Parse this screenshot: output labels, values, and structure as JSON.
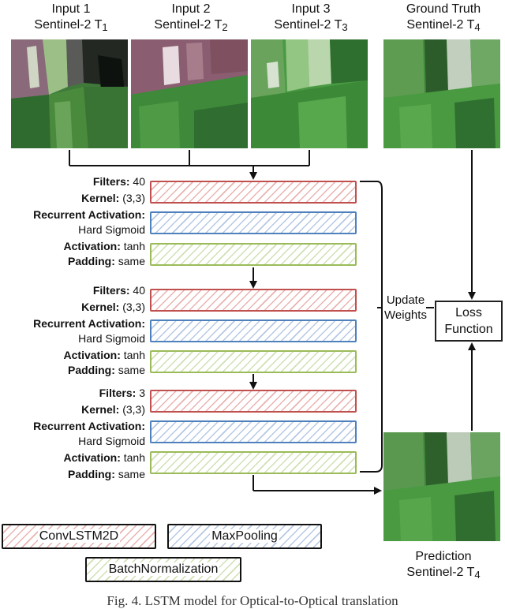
{
  "inputs": [
    {
      "line1": "Input 1",
      "line2": "Sentinel-2 T",
      "sub": "1"
    },
    {
      "line1": "Input 2",
      "line2": "Sentinel-2 T",
      "sub": "2"
    },
    {
      "line1": "Input 3",
      "line2": "Sentinel-2 T",
      "sub": "3"
    }
  ],
  "ground_truth": {
    "line1": "Ground Truth",
    "line2": "Sentinel-2 T",
    "sub": "4"
  },
  "prediction": {
    "line1": "Prediction",
    "line2": "Sentinel-2 T",
    "sub": "4"
  },
  "blocks": [
    {
      "filters_label": "Filters:",
      "filters": "40",
      "kernel_label": "Kernel:",
      "kernel": "(3,3)",
      "rec_label": "Recurrent Activation:",
      "rec": "Hard Sigmoid",
      "act_label": "Activation:",
      "act": "tanh",
      "pad_label": "Padding:",
      "pad": "same"
    },
    {
      "filters_label": "Filters:",
      "filters": "40",
      "kernel_label": "Kernel:",
      "kernel": "(3,3)",
      "rec_label": "Recurrent Activation:",
      "rec": "Hard Sigmoid",
      "act_label": "Activation:",
      "act": "tanh",
      "pad_label": "Padding:",
      "pad": "same"
    },
    {
      "filters_label": "Filters:",
      "filters": "3",
      "kernel_label": "Kernel:",
      "kernel": "(3,3)",
      "rec_label": "Recurrent Activation:",
      "rec": "Hard Sigmoid",
      "act_label": "Activation:",
      "act": "tanh",
      "pad_label": "Padding:",
      "pad": "same"
    }
  ],
  "update_weights": {
    "line1": "Update",
    "line2": "Weights"
  },
  "loss": {
    "line1": "Loss",
    "line2": "Function"
  },
  "legend": {
    "conv": "ConvLSTM2D",
    "pool": "MaxPooling",
    "bn": "BatchNormalization"
  },
  "colors": {
    "conv": "#c0504d",
    "pool": "#4f81bd",
    "bn": "#9bbb59"
  },
  "caption": "Fig. 4. LSTM model for Optical-to-Optical translation"
}
